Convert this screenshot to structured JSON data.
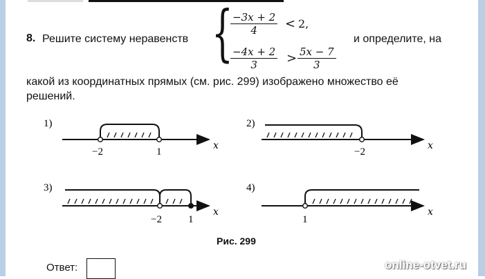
{
  "task": {
    "number": "8.",
    "lead_text": "Решите систему неравенств",
    "trail_text": "и определите, на",
    "line2": "какой из координатных прямых (см. рис. 299) изображено множество её",
    "line3": "решений."
  },
  "system": {
    "ineq1": {
      "numerator": "−3x + 2",
      "denominator": "4",
      "relation": "<",
      "rhs": "2,"
    },
    "ineq2": {
      "left_numerator": "−4x + 2",
      "left_denominator": "3",
      "relation": ">",
      "right_numerator": "5x − 7",
      "right_denominator": "3"
    }
  },
  "options": [
    {
      "label": "1)",
      "ticks": [
        "−2",
        "1"
      ],
      "axis": "x"
    },
    {
      "label": "2)",
      "ticks": [
        "−2"
      ],
      "axis": "x"
    },
    {
      "label": "3)",
      "ticks": [
        "−2",
        "1"
      ],
      "axis": "x"
    },
    {
      "label": "4)",
      "ticks": [
        "1"
      ],
      "axis": "x"
    }
  ],
  "figure_caption": "Рис. 299",
  "answer_label": "Ответ:",
  "watermark": "online-otvet.ru"
}
